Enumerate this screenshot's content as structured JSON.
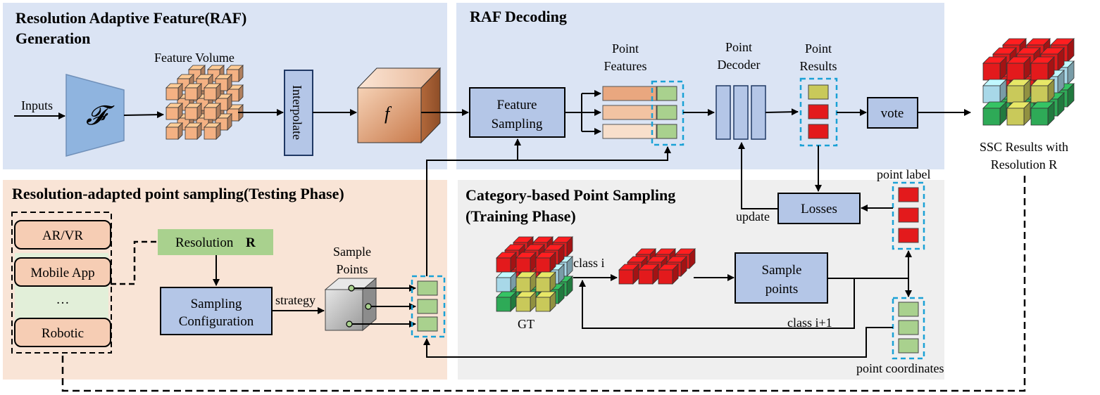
{
  "panels": {
    "raf_generation": {
      "title_line1": "Resolution Adaptive Feature(RAF)",
      "title_line2": "Generation"
    },
    "raf_decoding": {
      "title": "RAF Decoding"
    },
    "point_sampling_test": {
      "title": "Resolution-adapted point sampling(Testing Phase)"
    },
    "category_sampling": {
      "title_line1": "Category-based Point Sampling",
      "title_line2": "(Training Phase)"
    }
  },
  "raf_generation": {
    "inputs": "Inputs",
    "encoder_symbol": "𝓕",
    "feature_volume": "Feature Volume",
    "interpolate": "Interpolate",
    "feature_symbol": "f"
  },
  "raf_decoding": {
    "feature_sampling_line1": "Feature",
    "feature_sampling_line2": "Sampling",
    "point_features_line1": "Point",
    "point_features_line2": "Features",
    "point_decoder_line1": "Point",
    "point_decoder_line2": "Decoder",
    "point_results_line1": "Point",
    "point_results_line2": "Results",
    "vote": "vote",
    "losses": "Losses",
    "update": "update",
    "point_label": "point label"
  },
  "output": {
    "line1": "SSC Results with",
    "line2": "Resolution R"
  },
  "testing": {
    "apps": [
      "AR/VR",
      "Mobile App",
      "…",
      "Robotic"
    ],
    "resolution_label": "Resolution",
    "resolution_symbol": "R",
    "sampling_config_line1": "Sampling",
    "sampling_config_line2": "Configuration",
    "strategy": "strategy",
    "sample_points_line1": "Sample",
    "sample_points_line2": "Points"
  },
  "training": {
    "class_i": "class i",
    "class_i_plus_1": "class i+1",
    "gt": "GT",
    "sample_points_line1": "Sample",
    "sample_points_line2": "points",
    "point_coordinates": "point coordinates"
  },
  "colors": {
    "panel_blue": "#dbe4f4",
    "panel_peach": "#f9e4d6",
    "panel_gray": "#efefef",
    "box_blue": "#b4c6e7",
    "box_green": "#a9d18e",
    "box_peach": "#f6cdb4",
    "cube_red": "#e31a1c",
    "cube_yellow": "#c9c95a",
    "cube_green": "#2eaa57",
    "cube_lightblue": "#a8d8e8",
    "dashed_cyan": "#1ba1d6"
  }
}
